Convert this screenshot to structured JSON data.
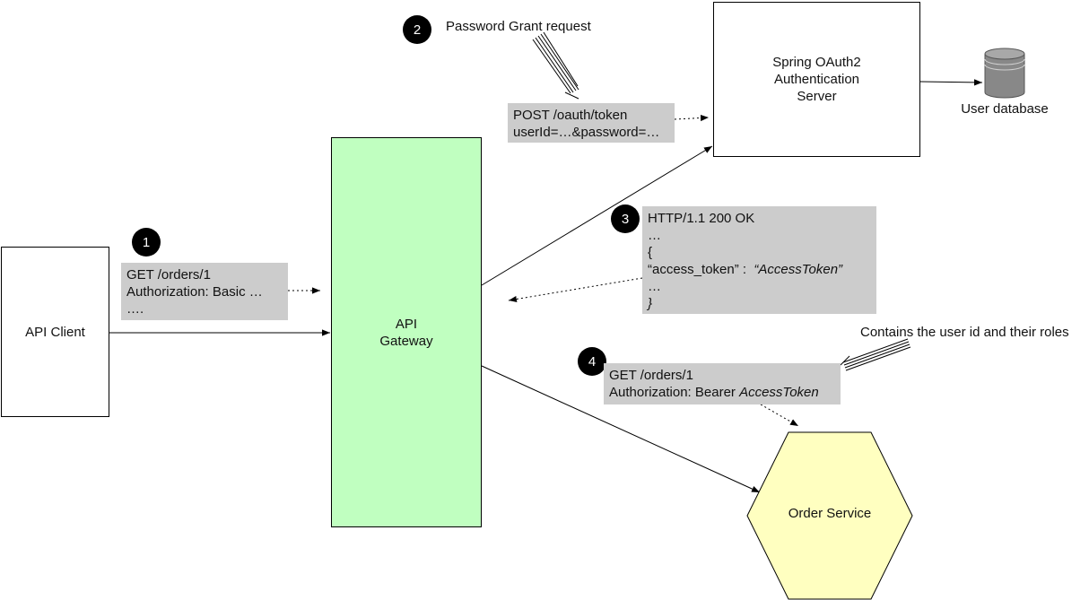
{
  "nodes": {
    "api_client": "API Client",
    "api_gateway": [
      "API",
      "Gateway"
    ],
    "auth_server": [
      "Spring OAuth2",
      "Authentication",
      "Server"
    ],
    "user_database": "User database",
    "order_service": "Order Service"
  },
  "steps": {
    "s1": {
      "badge": "1",
      "lines": [
        "GET /orders/1",
        "Authorization: Basic …",
        "…."
      ]
    },
    "s2": {
      "badge": "2",
      "caption": "Password Grant request",
      "lines": [
        "POST /oauth/token",
        "userId=…&password=…"
      ]
    },
    "s3": {
      "badge": "3",
      "lines": [
        "HTTP/1.1 200 OK",
        "…",
        "{",
        "“access_token” :",
        "“AccessToken”",
        "…",
        "}"
      ]
    },
    "s4": {
      "badge": "4",
      "caption": "Contains the user id and their roles",
      "lines": [
        "GET /orders/1",
        "Authorization: Bearer ",
        "AccessToken"
      ]
    }
  },
  "colors": {
    "gateway_fill": "#c0ffc0",
    "order_service_fill": "#ffffc0",
    "message_fill": "#cccccc",
    "database_fill": "#888888"
  }
}
